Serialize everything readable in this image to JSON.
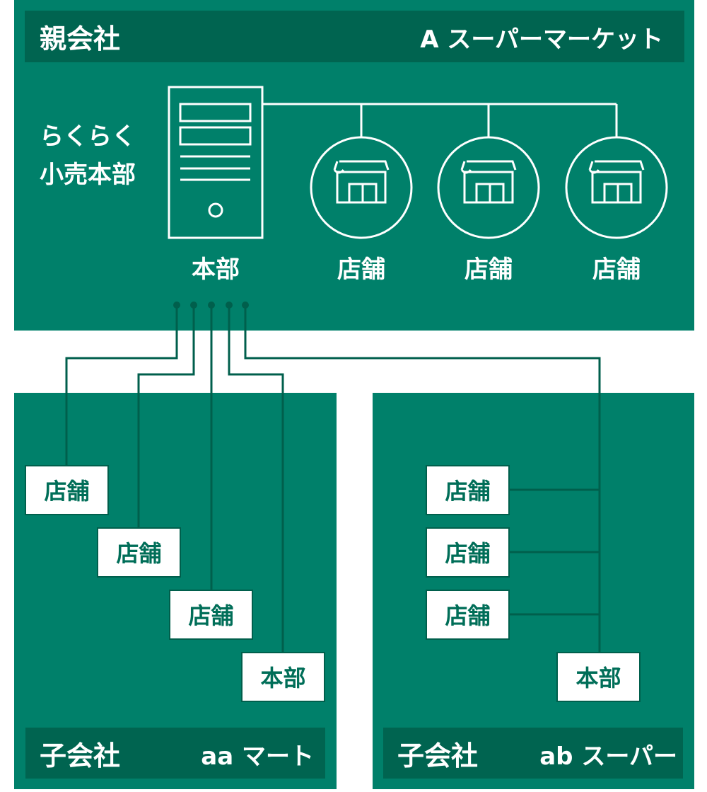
{
  "colors": {
    "primary": "#00806a",
    "dark": "#006450",
    "line": "#005f4c",
    "white": "#ffffff"
  },
  "parent": {
    "label": "親会社",
    "name": "A スーパーマーケット",
    "system_line1": "らくらく",
    "system_line2": "小売本部",
    "hq_label": "本部",
    "stores": [
      "店舗",
      "店舗",
      "店舗"
    ],
    "icons": {
      "hq": "server-icon",
      "store": "storefront-icon"
    }
  },
  "child1": {
    "label": "子会社",
    "name": "aa マート",
    "stores": [
      "店舗",
      "店舗",
      "店舗"
    ],
    "hq_label": "本部"
  },
  "child2": {
    "label": "子会社",
    "name": "ab スーパー",
    "stores": [
      "店舗",
      "店舗",
      "店舗"
    ],
    "hq_label": "本部"
  }
}
